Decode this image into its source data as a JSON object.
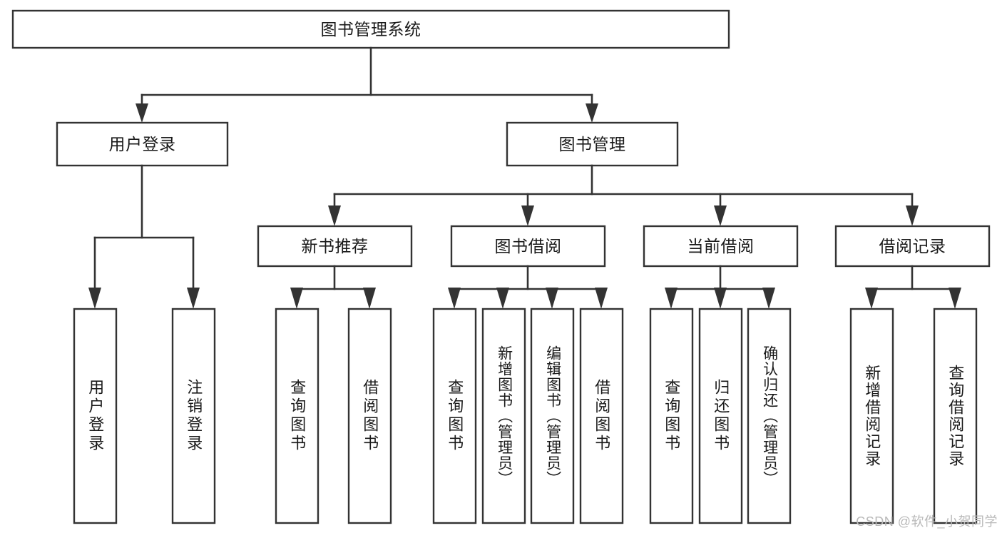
{
  "diagram": {
    "type": "tree-hierarchy",
    "title": "图书管理系统",
    "watermark": "CSDN @软件_小贺同学",
    "colors": {
      "stroke": "#333333",
      "fill": "#ffffff",
      "text": "#1a1a1a",
      "watermark": "#b9b9b9"
    },
    "levels": {
      "root": {
        "label": "图书管理系统"
      },
      "level1": [
        {
          "label": "用户登录"
        },
        {
          "label": "图书管理"
        }
      ],
      "level2": [
        {
          "label": "新书推荐",
          "parent": "图书管理"
        },
        {
          "label": "图书借阅",
          "parent": "图书管理"
        },
        {
          "label": "当前借阅",
          "parent": "图书管理"
        },
        {
          "label": "借阅记录",
          "parent": "图书管理"
        }
      ],
      "leaves": [
        {
          "label": "用户登录",
          "parent": "用户登录"
        },
        {
          "label": "注销登录",
          "parent": "用户登录"
        },
        {
          "label": "查询图书",
          "parent": "新书推荐"
        },
        {
          "label": "借阅图书",
          "parent": "新书推荐"
        },
        {
          "label": "查询图书",
          "parent": "图书借阅"
        },
        {
          "label": "新增图书（管理员）",
          "parent": "图书借阅"
        },
        {
          "label": "编辑图书（管理员）",
          "parent": "图书借阅"
        },
        {
          "label": "借阅图书",
          "parent": "图书借阅"
        },
        {
          "label": "查询图书",
          "parent": "当前借阅"
        },
        {
          "label": "归还图书",
          "parent": "当前借阅"
        },
        {
          "label": "确认归还（管理员）",
          "parent": "当前借阅"
        },
        {
          "label": "新增借阅记录",
          "parent": "借阅记录"
        },
        {
          "label": "查询借阅记录",
          "parent": "借阅记录"
        }
      ]
    }
  }
}
